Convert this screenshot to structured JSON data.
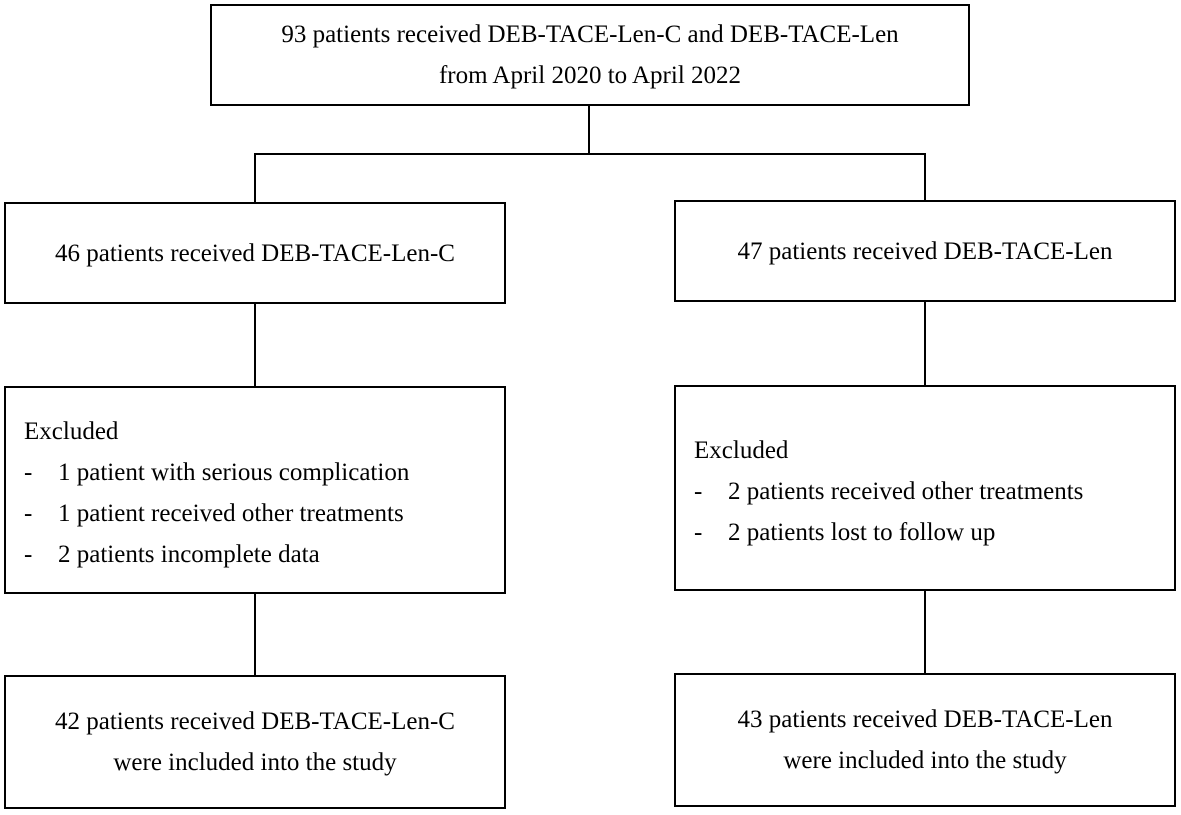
{
  "top": {
    "line1": "93 patients received DEB-TACE-Len-C and DEB-TACE-Len",
    "line2": "from April 2020 to April 2022"
  },
  "left": {
    "group": "46 patients received DEB-TACE-Len-C",
    "excluded": {
      "heading": "Excluded",
      "items": [
        "1 patient with serious complication",
        "1 patient received other treatments",
        "2 patients incomplete data"
      ]
    },
    "included": {
      "line1": "42 patients received DEB-TACE-Len-C",
      "line2": "were included into the study"
    }
  },
  "right": {
    "group": "47 patients received DEB-TACE-Len",
    "excluded": {
      "heading": "Excluded",
      "items": [
        "2 patients received other treatments",
        "2 patients lost to follow up"
      ]
    },
    "included": {
      "line1": "43 patients received DEB-TACE-Len",
      "line2": "were included into the study"
    }
  },
  "bullet": "-"
}
